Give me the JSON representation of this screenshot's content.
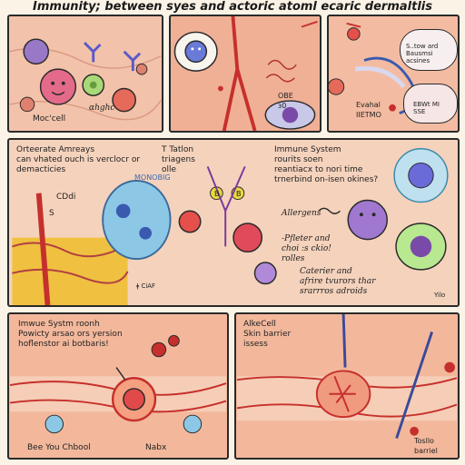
{
  "title": "Immunity; between syes and actoric atoml ecaric dermaltlis",
  "panel1": {
    "label_mast": "Moc'cell",
    "label_bhc": "ɑhghc"
  },
  "panel2": {
    "label_obe": "OBE\nɜ0"
  },
  "panel3": {
    "bubble_top": "S..tow ard\nBausmsi\nacsines",
    "label_left": "Evahal\nIIETMO",
    "bubble_right": "EBWt MI\nSSE"
  },
  "panel4": {
    "text_left": "Orteerate Amreays\ncan vhated ouch is verclocr or\ndemacticies",
    "label_cdi": "CDdi",
    "label_s": "S",
    "label_monobig": "MONOBIG",
    "text_mid": "T Tatlon\ntriagens\nolle",
    "label_b1": "B",
    "label_b2": "B",
    "text_right": "Immune System\nrourits soen\nreantiacx to nori time\ntrnerbind on-isen okines?",
    "label_allergens": "Allergens",
    "label_pfleter": "-Pfleter and\nchoi :s ckio!\nrolles",
    "label_caterier": "Caterier and\nafrire tvurors thar\nsrarrros adroids",
    "label_yilo": "Yilo",
    "label_ciaf": "ǂ CiAF"
  },
  "panel5": {
    "text_top": "Imwue Systm roonh\nPowicty arsao ors yersion\nhoflenstor ai botbaris!",
    "label_bee": "Bee You Chbool",
    "label_nabx": "Nabx"
  },
  "panel6": {
    "text_top": "AlkeCell\nSkin barrier\nissess",
    "label_toslio": "Tosllo\nbarriel"
  },
  "colors": {
    "skin": "#efb49c",
    "skin_light": "#f6cdb6",
    "vessel": "#c6302c",
    "cell_blue": "#8cc8e6",
    "cell_purple": "#9a78c8",
    "cell_green": "#a8d878",
    "outline": "#2a2a2a"
  }
}
